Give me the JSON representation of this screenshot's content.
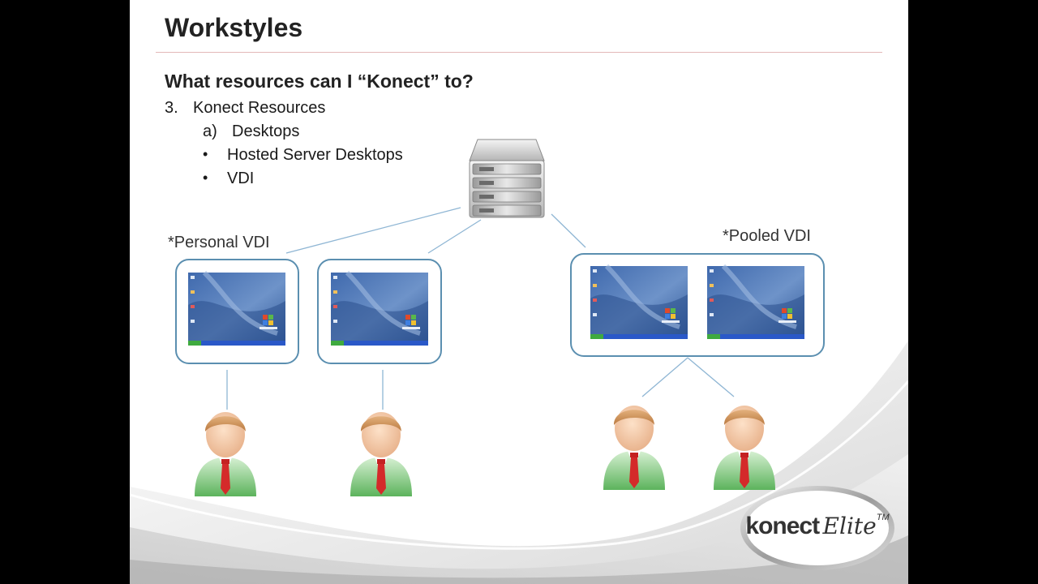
{
  "slide": {
    "title": "Workstyles",
    "question": "What resources can I “Konect” to?",
    "list": {
      "item_number": "3.",
      "item_text": "Konect Resources",
      "sub_letter": "a)",
      "sub_text": "Desktops",
      "bullets": [
        "Hosted Server Desktops",
        "VDI"
      ],
      "bullet_symbol": "•"
    }
  },
  "diagram": {
    "personal_label": "*Personal VDI",
    "pooled_label": "*Pooled VDI",
    "nodes": {
      "server": "server-icon",
      "desktops": [
        "windows-desktop-screen",
        "windows-desktop-screen",
        "windows-desktop-screen",
        "windows-desktop-screen"
      ],
      "users": [
        "user-icon",
        "user-icon",
        "user-icon",
        "user-icon"
      ]
    }
  },
  "logo": {
    "brand": "konect",
    "product": "Elite",
    "trademark": "TM"
  },
  "colors": {
    "group_border": "#5b8fb0",
    "connector": "#8fb6d4",
    "title_rule": "#e3b9b9",
    "desktop_blue": "#4c79b8",
    "tie_red": "#d02b2b",
    "shirt_green": "#6cbf6c"
  }
}
